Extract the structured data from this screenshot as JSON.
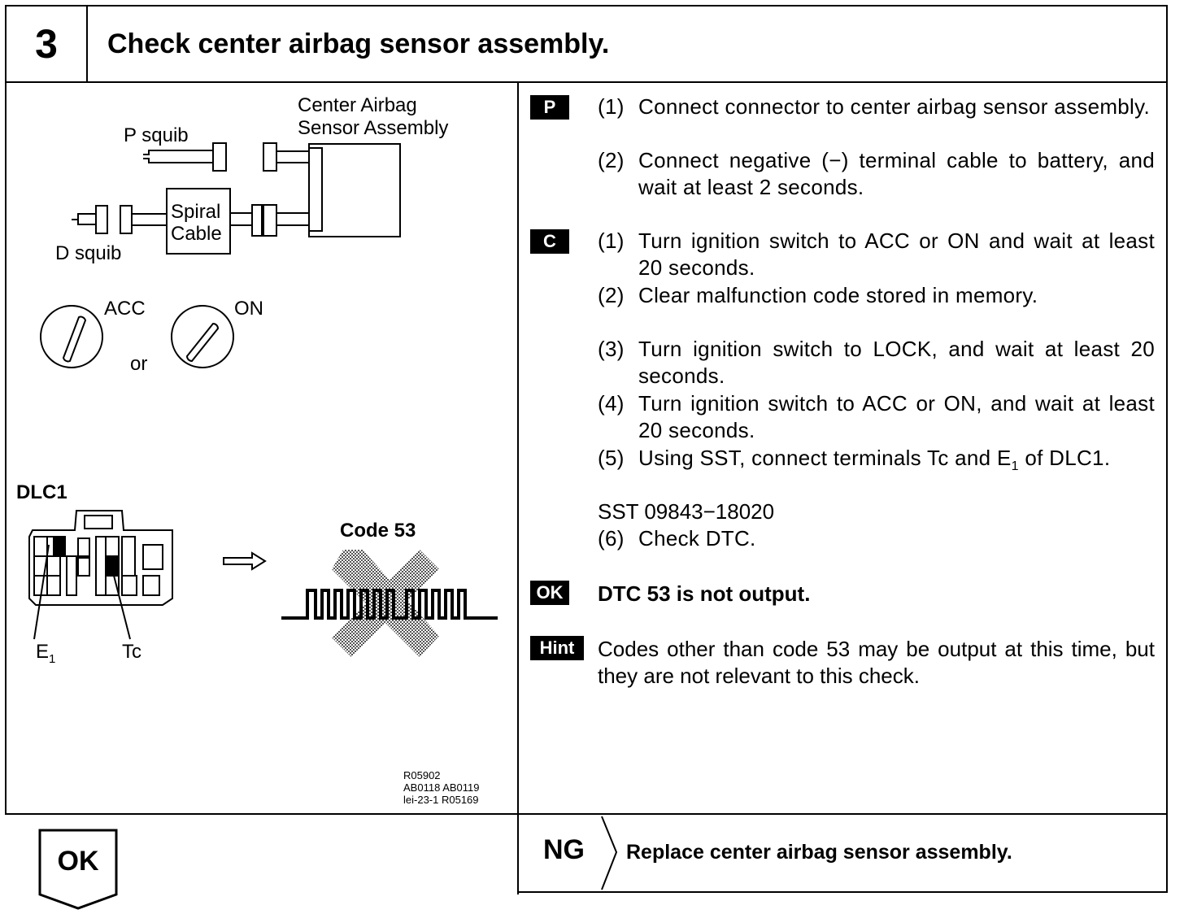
{
  "step": {
    "number": "3",
    "title": "Check center airbag sensor assembly."
  },
  "diagram": {
    "center_sensor_label_1": "Center Airbag",
    "center_sensor_label_2": "Sensor Assembly",
    "p_squib": "P squib",
    "d_squib": "D squib",
    "spiral_1": "Spiral",
    "spiral_2": "Cable",
    "acc": "ACC",
    "on": "ON",
    "or": "or",
    "dlc1": "DLC1",
    "e1": "E",
    "e1_sub": "1",
    "tc": "Tc",
    "code53": "Code 53",
    "ref_1": "R05902",
    "ref_2": "AB0118 AB0119",
    "ref_3": "lei-23-1 R05169"
  },
  "badges": {
    "p": "P",
    "c": "C",
    "ok": "OK",
    "hint": "Hint"
  },
  "p_steps": [
    {
      "num": "(1)",
      "text": "Connect connector to center airbag sensor assembly."
    },
    {
      "num": "(2)",
      "text": "Connect negative (−) terminal cable to battery, and wait at least 2 seconds."
    }
  ],
  "c_steps": [
    {
      "num": "(1)",
      "text": "Turn ignition switch to ACC or ON and wait at least 20 seconds."
    },
    {
      "num": "(2)",
      "text": "Clear malfunction code stored in memory."
    },
    {
      "num": "(3)",
      "text": "Turn ignition switch to LOCK, and wait at least 20 seconds."
    },
    {
      "num": "(4)",
      "text": "Turn ignition switch to ACC or ON, and wait at least 20 seconds."
    },
    {
      "num": "(5)",
      "text_pre": "Using SST, connect terminals Tc and E",
      "text_sub": "1",
      "text_post": " of DLC1."
    }
  ],
  "sst": "SST 09843−18020",
  "step6": {
    "num": "(6)",
    "text": "Check DTC."
  },
  "ok_text": "DTC 53 is not output.",
  "hint_text": "Codes other than code 53 may be output at this time, but they are not relevant to this check.",
  "result_ok": "OK",
  "result_ng": "NG",
  "ng_action": "Replace center airbag sensor assembly."
}
